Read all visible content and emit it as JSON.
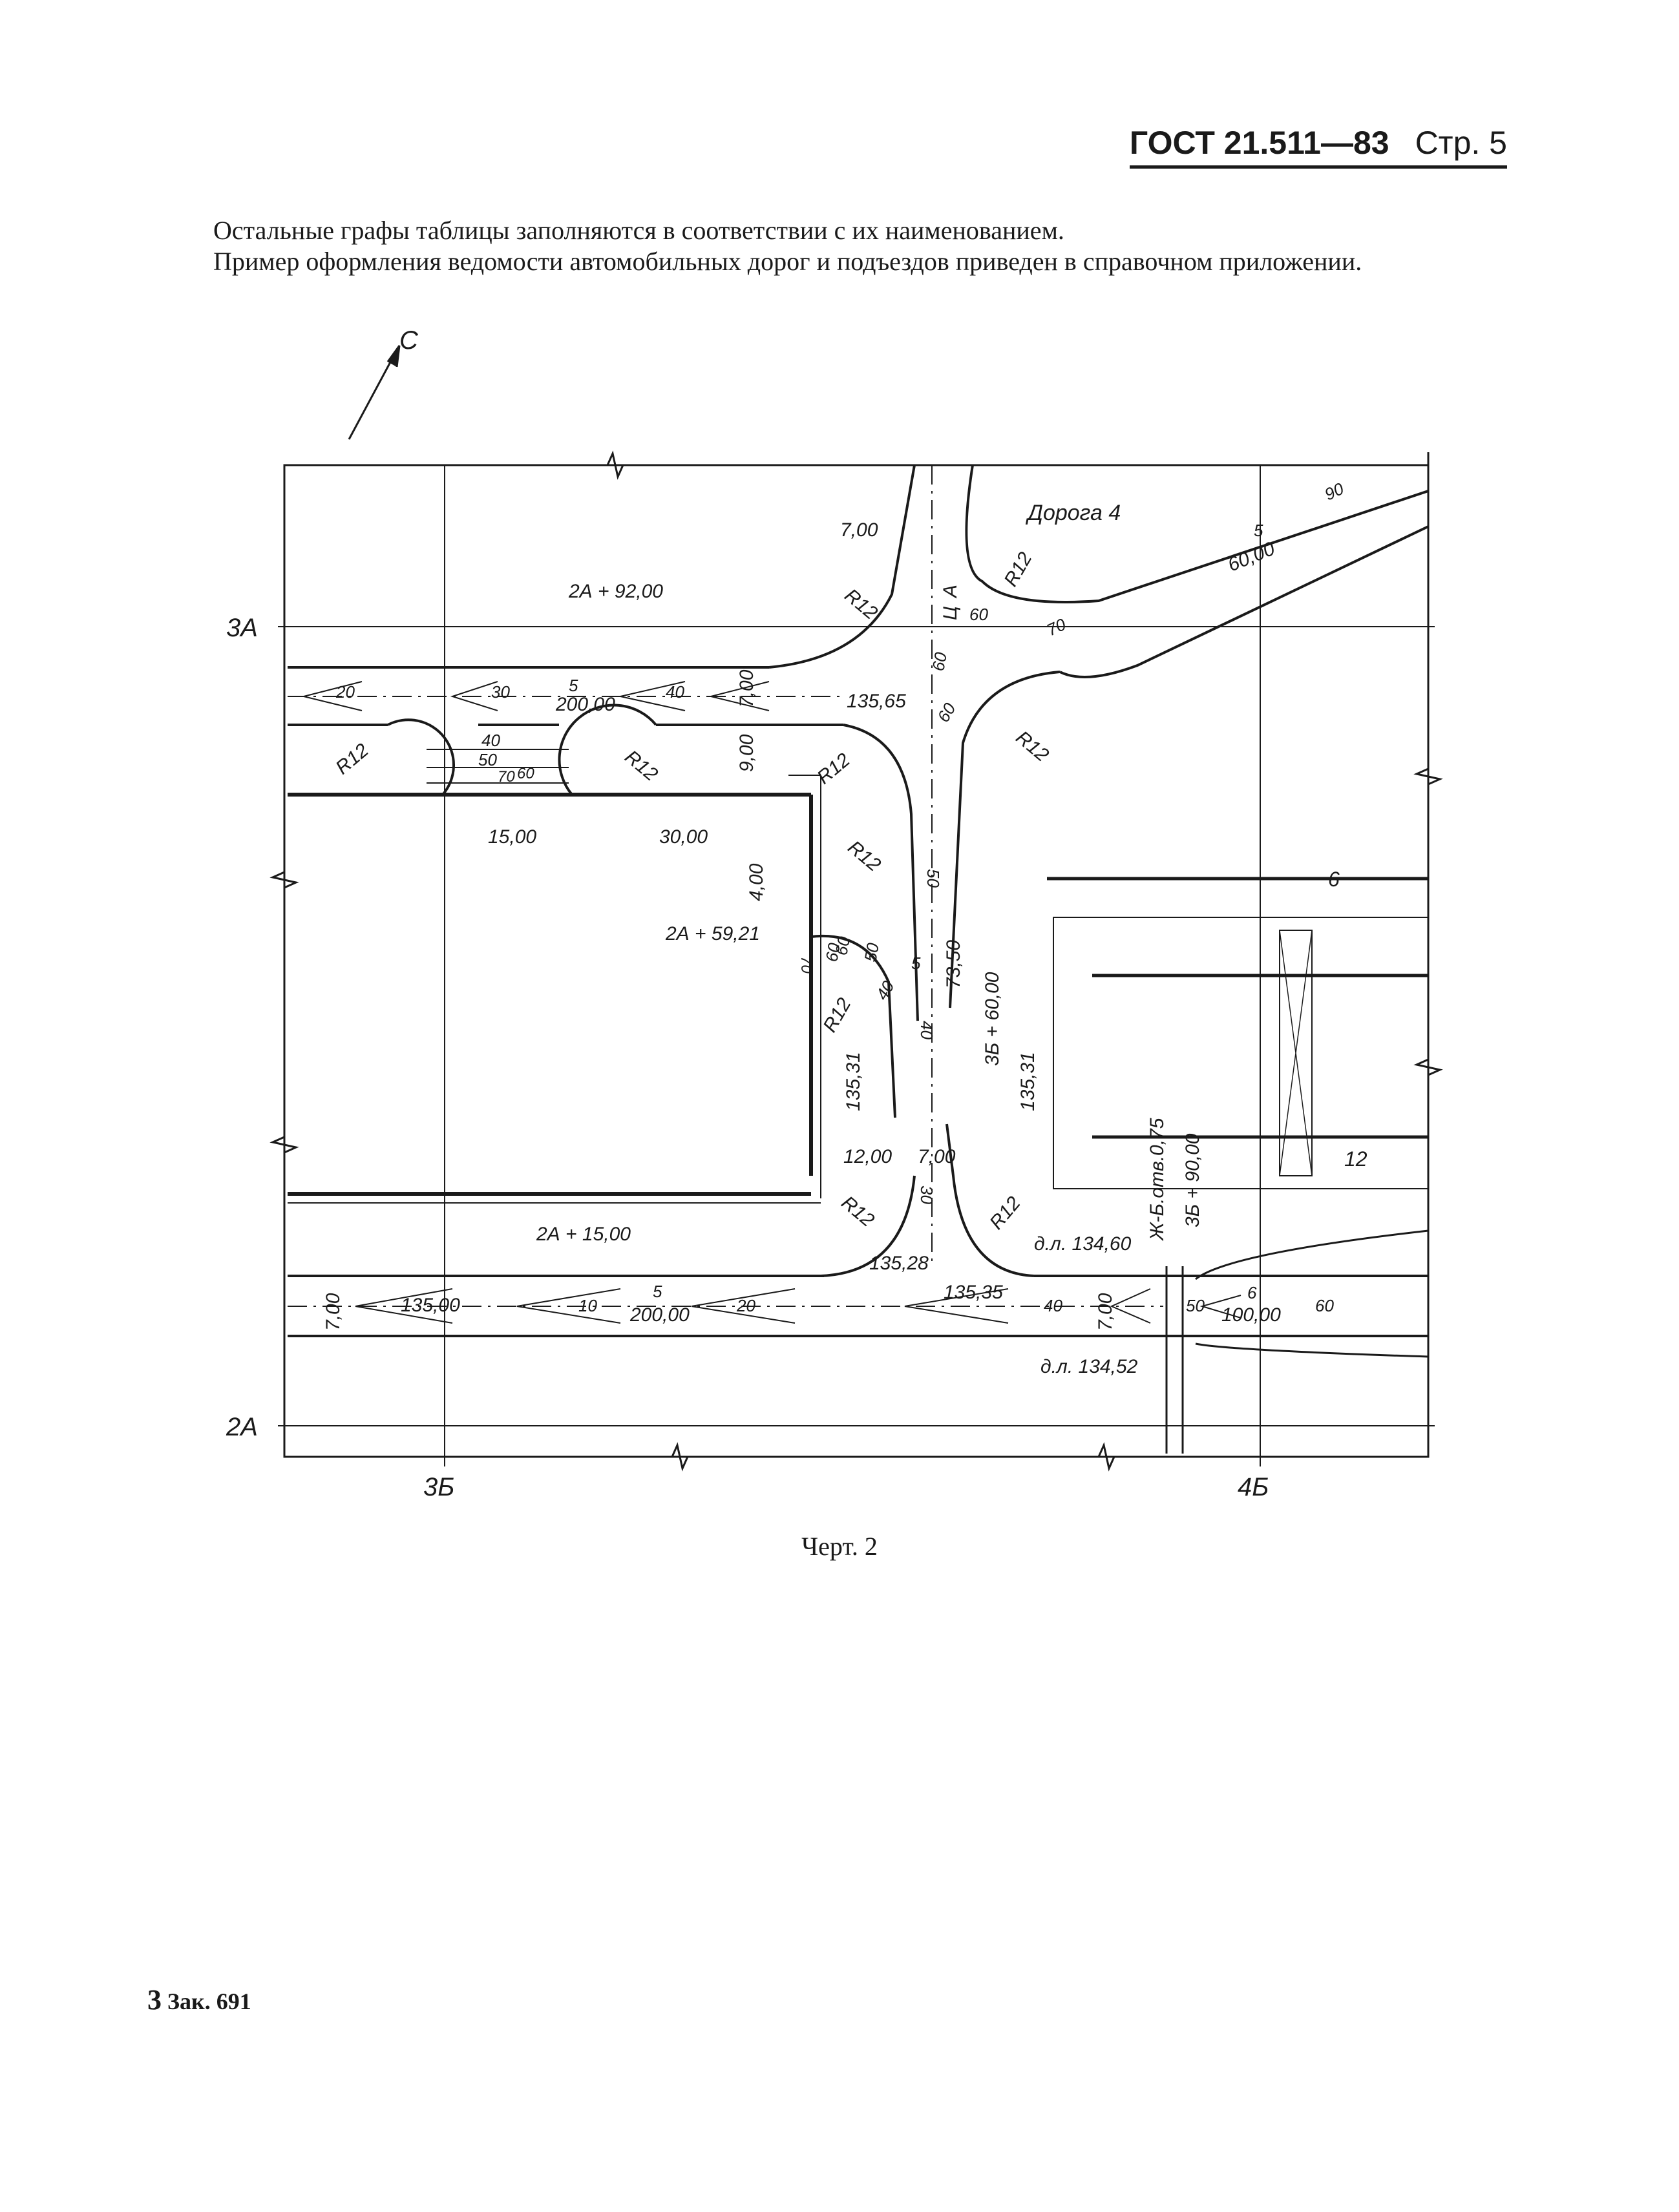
{
  "header": {
    "doc": "ГОСТ 21.511—83",
    "page": "Стр. 5"
  },
  "paragraphs": [
    "Остальные графы таблицы заполняются в соответствии с их наименованием.",
    "Пример оформления ведомости автомобильных дорог и подъездов приведен в справочном приложении."
  ],
  "drawing": {
    "north": "С",
    "axes": {
      "a3": "3А",
      "a2": "2А",
      "b3": "3Б",
      "b4": "4Б"
    },
    "labels": {
      "road4": "Дорога 4",
      "pk2a92": "2А + 92,00",
      "pk2a59": "2А + 59,21",
      "pk2a15": "2А + 15,00",
      "pk3b60": "3Б + 60,00",
      "pk3b90": "3Б + 90,00",
      "rail": "Ж-Б.отв.0,75",
      "dl1": "д.л. 134,60",
      "dl2": "д.л. 134,52",
      "d700a": "7,00",
      "d700b": "7,00",
      "d700c": "7,00",
      "d700d": "7,00",
      "d700e": "7,00",
      "d900": "9,00",
      "d400": "4,00",
      "d1500": "15,00",
      "d3000": "30,00",
      "d1200": "12,00",
      "d7350": "73,50",
      "d20000a": "200,00",
      "d20000b": "200,00",
      "d6000": "60,00",
      "d10000": "100,00",
      "e13565": "135,65",
      "e13531a": "135,31",
      "e13531b": "135,31",
      "e13528": "135,28",
      "e13535": "135,35",
      "e13500": "135,00",
      "r1": "R12",
      "r2": "R12",
      "r3": "R12",
      "r4": "R12",
      "r5": "R12",
      "r6": "R12",
      "r7": "R12",
      "r8": "R12",
      "r9": "R12",
      "r10": "R12",
      "s20a": "20",
      "s30": "30",
      "s40a": "40",
      "s5a": "5",
      "s40b": "40",
      "s50a": "50",
      "s70a": "70",
      "s60a": "60",
      "s60b": "60",
      "s60c": "60",
      "s60d": "60",
      "s70b": "70",
      "s60e": "60",
      "s90": "90",
      "s5b": "5",
      "s50b": "50",
      "s70c": "70",
      "s60f": "60",
      "s50c": "50",
      "s40c": "40",
      "s5c": "5",
      "s40d": "40",
      "s30b": "30",
      "s10": "10",
      "s5d": "5",
      "s20b": "20",
      "s40e": "40",
      "s50d": "50",
      "s6": "6",
      "s60g": "60",
      "n6": "6",
      "n12": "12",
      "axisA": "А",
      "axisC": "Ц"
    }
  },
  "caption": "Черт. 2",
  "footer": {
    "num": "3",
    "order": "Зак. 691"
  }
}
